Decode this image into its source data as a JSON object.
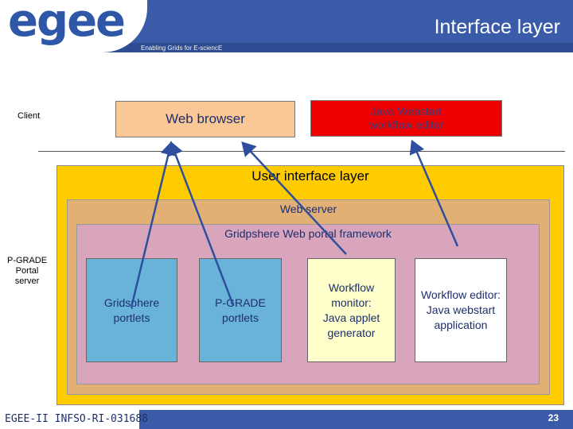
{
  "header": {
    "logo": "egee",
    "title": "Interface layer",
    "tagline": "Enabling Grids for E-sciencE"
  },
  "client": {
    "label": "Client",
    "web_browser": "Web browser",
    "webstart_editor_line1": "Java Webstart",
    "webstart_editor_line2": "workflow editor"
  },
  "layers": {
    "ui_layer": "User interface layer",
    "web_server": "Web server",
    "framework": "Gridpshere Web portal framework",
    "server_label_line1": "P-GRADE",
    "server_label_line2": "Portal",
    "server_label_line3": "server"
  },
  "portlets": {
    "gridsphere_line1": "Gridsphere",
    "gridsphere_line2": "portlets",
    "pgrade_line1": "P-GRADE",
    "pgrade_line2": "portlets",
    "monitor_line1": "Workflow",
    "monitor_line2": "monitor:",
    "monitor_line3": "Java applet",
    "monitor_line4": "generator",
    "editor_line1": "Workflow editor:",
    "editor_line2": "Java webstart",
    "editor_line3": "application"
  },
  "footer": {
    "project_id": "EGEE-II INFSO-RI-031688",
    "page_number": "23"
  },
  "colors": {
    "header_blue": "#3a5ca8",
    "ui_layer": "#ffcc00",
    "web_server": "#e2b075",
    "framework": "#d9a5bd",
    "portlet_blue": "#69b3db",
    "webstart_red": "#ee0000",
    "arrow": "#2f4f9e"
  }
}
